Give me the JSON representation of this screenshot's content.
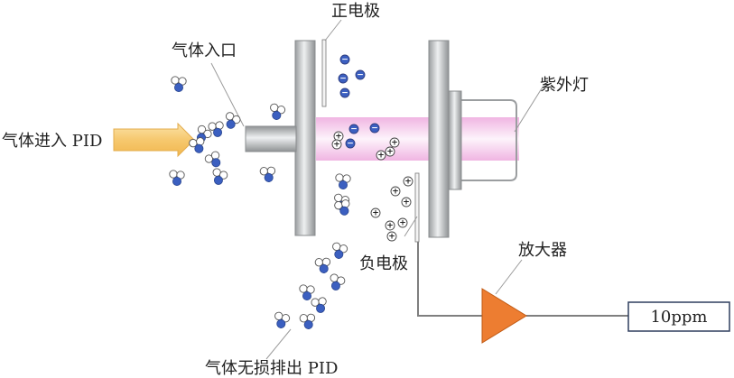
{
  "labels": {
    "positive_electrode": "正电极",
    "gas_inlet": "气体入口",
    "uv_lamp": "紫外灯",
    "gas_into_pid": "气体进入 PID",
    "negative_electrode": "负电极",
    "amplifier": "放大器",
    "gas_exit": "气体无损排出 PID"
  },
  "readout": {
    "value": "10ppm"
  },
  "colors": {
    "arrow": "#f6c86e",
    "amplifier": "#ed7d31",
    "molecule_blue": "#3b5fc0",
    "uv_pink": "#f2bde6",
    "electrode_gray": "#a8abad",
    "ion_border": "#2f3e80"
  },
  "signs": {
    "negative": "−",
    "positive": "+"
  }
}
